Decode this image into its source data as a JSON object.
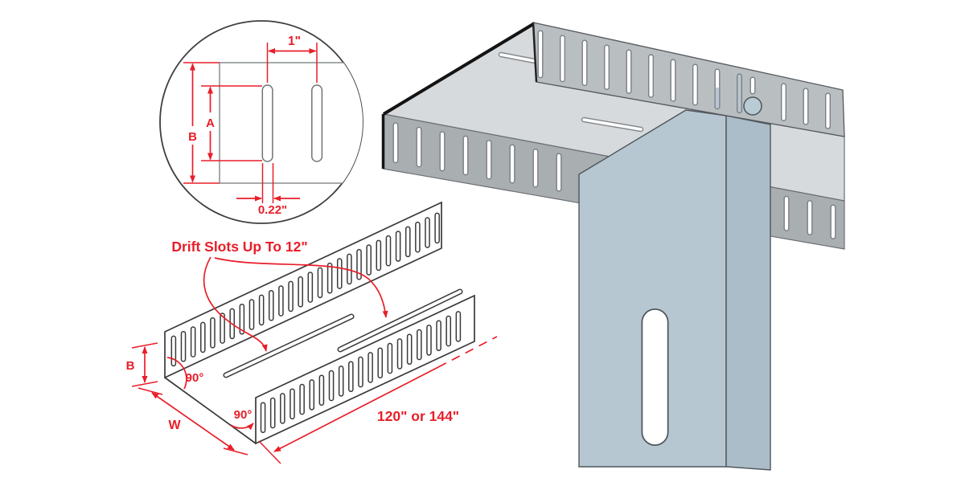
{
  "diagram": {
    "detail_circle": {
      "width_label": "1\"",
      "slot_height_label": "A",
      "leg_height_label": "B",
      "slot_width_label": "0.22\""
    },
    "iso_drawing": {
      "drift_label": "Drift Slots Up To 12\"",
      "height_label": "B",
      "angle_left": "90°",
      "angle_front": "90°",
      "width_label": "W",
      "length_label": "120\" or 144\""
    },
    "colors": {
      "annotation_red": "#e81e29",
      "lineart_ink": "#3a3a3a",
      "track_near_flange_gray": "#b9bec1",
      "track_web_gray": "#d7dadc",
      "track_far_flange_gray": "#a9aeb1",
      "stud_face_blue": "#b7c7d1",
      "stud_side_blue": "#abbdc8",
      "screw_blue": "#b9cbd5"
    }
  }
}
